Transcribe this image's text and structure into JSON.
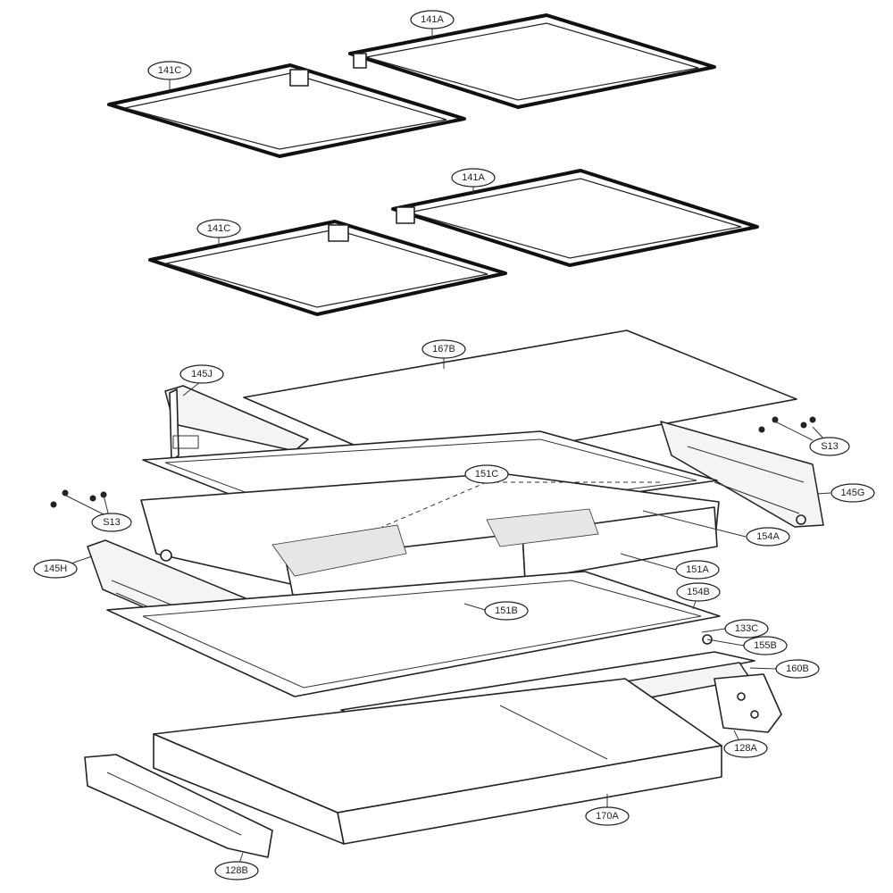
{
  "callouts": {
    "c141a_top": "141A",
    "c141c_top": "141C",
    "c141a_mid": "141A",
    "c141c_mid": "141C",
    "c167b": "167B",
    "c145j": "145J",
    "cs13_right": "S13",
    "cs13_left": "S13",
    "c151c": "151C",
    "c145g": "145G",
    "c154a": "154A",
    "c145h": "145H",
    "c151a": "151A",
    "c154b": "154B",
    "c151b": "151B",
    "c133c": "133C",
    "c155b": "155B",
    "c160b": "160B",
    "c128a": "128A",
    "c170a": "170A",
    "c128b": "128B"
  }
}
